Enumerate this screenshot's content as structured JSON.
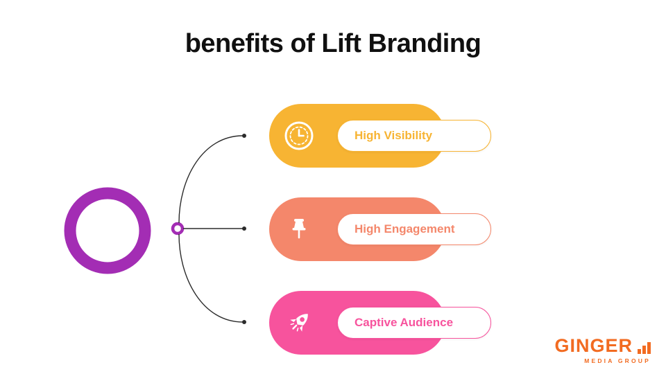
{
  "title": "benefits of Lift Branding",
  "benefits": [
    {
      "label": "High Visibility",
      "color": "#F7B433",
      "icon": "clock-icon"
    },
    {
      "label": "High Engagement",
      "color": "#F4876B",
      "icon": "pushpin-icon"
    },
    {
      "label": "Captive Audience",
      "color": "#F7539D",
      "icon": "rocket-icon"
    }
  ],
  "diagram": {
    "ring_color": "#A32DB4",
    "line_color": "#2b2b2b"
  },
  "logo": {
    "title": "GINGER",
    "subtitle": "MEDIA GROUP",
    "color": "#F26B21"
  }
}
